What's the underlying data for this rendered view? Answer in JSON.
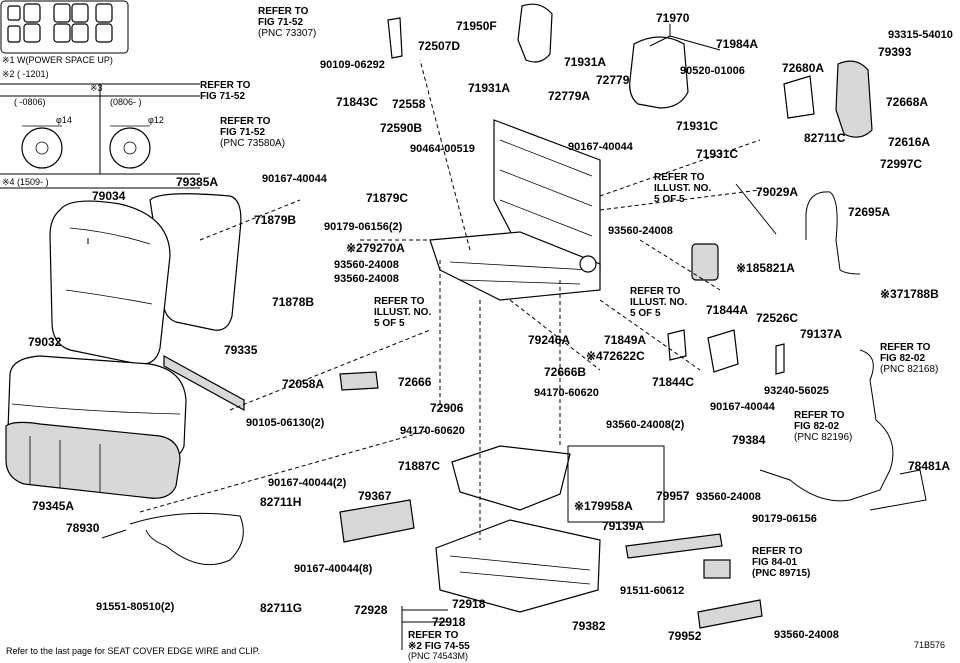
{
  "diagram_code": "71B576",
  "footer": "Refer to the last page for SEAT COVER EDGE WIRE and CLIP.",
  "legend": {
    "note1": "※1 W(POWER SPACE UP)",
    "note2": "※2 (    -1201)",
    "note3_head": "※3",
    "col_a": "(    -0806)",
    "col_b": "(0806-    )",
    "dia_a": "φ14",
    "dia_b": "φ12",
    "note4": "※4 (1509-        )"
  },
  "refers": {
    "r1": [
      "REFER TO",
      "FIG 71-52",
      "(PNC 73307)"
    ],
    "r2": [
      "REFER TO",
      "FIG 71-52"
    ],
    "r3": [
      "REFER TO",
      "FIG 71-52",
      "(PNC 73580A)"
    ],
    "r4": [
      "REFER TO",
      "ILLUST. NO.",
      "5 OF 5"
    ],
    "r5": [
      "REFER TO",
      "ILLUST. NO.",
      "5 OF 5"
    ],
    "r6": [
      "REFER TO",
      "ILLUST. NO.",
      "5 OF 5"
    ],
    "r7": [
      "REFER TO",
      "FIG 82-02",
      "(PNC 82168)"
    ],
    "r8": [
      "REFER TO",
      "FIG 82-02",
      "(PNC 82196)"
    ],
    "r9": [
      "REFER TO",
      "FIG 84-01",
      "(PNC 89715)"
    ],
    "r10": [
      "REFER TO",
      "※2 FIG 74-55",
      "(PNC 74543M)"
    ]
  },
  "parts": {
    "p72507D": "72507D",
    "p90109": "90109-06292",
    "p72558": "72558",
    "p71843C": "71843C",
    "p72590B": "72590B",
    "p90167a": "90167-40044",
    "p71879C": "71879C",
    "p90464": "90464-00519",
    "p71950F": "71950F",
    "p71931A": "71931A",
    "p71931Ab": "71931A",
    "p72779": "72779",
    "p72779A": "72779A",
    "p71970": "71970",
    "p71984A": "71984A",
    "p90520": "90520-01006",
    "p93315": "93315-54010",
    "p79393": "79393",
    "p72680A": "72680A",
    "p72668A": "72668A",
    "p71931C": "71931C",
    "p71931Cb": "71931C",
    "p90167b": "90167-40044",
    "p82711C": "82711C",
    "p72616A": "72616A",
    "p72997C": "72997C",
    "p79029A": "79029A",
    "p72695A": "72695A",
    "p79034": "79034",
    "p79385A": "79385A",
    "p71879B": "71879B",
    "p90179a": "90179-06156(2)",
    "p279270A": "※279270A",
    "p93560a": "93560-24008",
    "p93560b": "93560-24008",
    "p93560c": "93560-24008",
    "p185821A": "※185821A",
    "p71788B": "※371788B",
    "p71878B": "71878B",
    "p79032": "79032",
    "p79335": "79335",
    "p79246A": "79246A",
    "p71849A": "71849A",
    "p472622C": "※472622C",
    "p71844A": "71844A",
    "p72526C": "72526C",
    "p79137A": "79137A",
    "p71844C": "71844C",
    "p72058A": "72058A",
    "p72666": "72666",
    "p72666B": "72666B",
    "p93240": "93240-56025",
    "p90167c": "90167-40044",
    "p94170a": "94170-60620",
    "p94170b": "94170-60620",
    "p90105": "90105-06130(2)",
    "p72906": "72906",
    "p93560d": "93560-24008(2)",
    "p79384": "79384",
    "p78481A": "78481A",
    "p71887C": "71887C",
    "p179958A": "※179958A",
    "p79957": "79957",
    "p93560e": "93560-24008",
    "p79345A": "79345A",
    "p90167d": "90167-40044(2)",
    "p82711H": "82711H",
    "p79367": "79367",
    "p78930": "78930",
    "p79139A": "79139A",
    "p90179b": "90179-06156",
    "p90167e": "90167-40044(8)",
    "p91511": "91511-60612",
    "p91551": "91551-80510(2)",
    "p82711G": "82711G",
    "p72928": "72928",
    "p72918a": "72918",
    "p72918b": "72918",
    "p79382": "79382",
    "p79952": "79952",
    "p93560f": "93560-24008"
  }
}
